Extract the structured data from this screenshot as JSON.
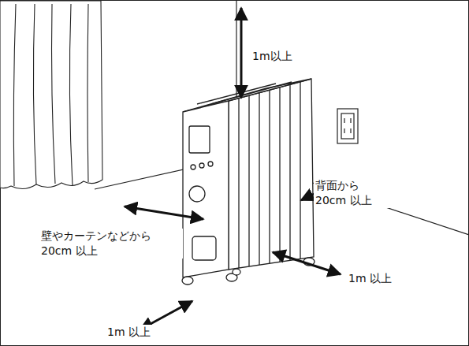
{
  "diagram": {
    "labels": [
      "1m以上",
      "背面から 20cm 以上",
      "壁やカーテンなどから 20cm 以上",
      "1m 以上",
      "1m 以上"
    ]
  }
}
